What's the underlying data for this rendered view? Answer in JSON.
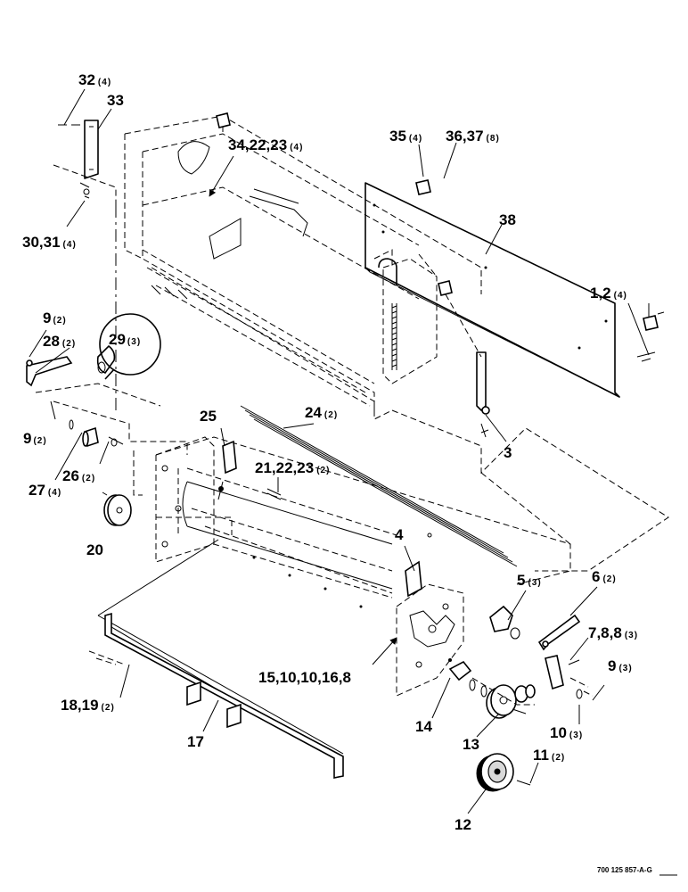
{
  "callouts": {
    "c32": {
      "num": "32",
      "qty": "(4)"
    },
    "c33": {
      "num": "33"
    },
    "c34": {
      "num": "34,22,23",
      "qty": "(4)"
    },
    "c35": {
      "num": "35",
      "qty": "(4)"
    },
    "c36": {
      "num": "36,37",
      "qty": "(8)"
    },
    "c38": {
      "num": "38"
    },
    "c30": {
      "num": "30,31",
      "qty": "(4)"
    },
    "c1": {
      "num": "1,2",
      "qty": "(4)"
    },
    "c9a": {
      "num": "9",
      "qty": "(2)"
    },
    "c28": {
      "num": "28",
      "qty": "(2)"
    },
    "c29": {
      "num": "29",
      "qty": "(3)"
    },
    "c9b": {
      "num": "9",
      "qty": "(2)"
    },
    "c25": {
      "num": "25"
    },
    "c24": {
      "num": "24",
      "qty": "(2)"
    },
    "c3": {
      "num": "3"
    },
    "c26": {
      "num": "26",
      "qty": "(2)"
    },
    "c27": {
      "num": "27",
      "qty": "(4)"
    },
    "c21": {
      "num": "21,22,23",
      "qty": "(2)"
    },
    "c20": {
      "num": "20"
    },
    "c4": {
      "num": "4"
    },
    "c5": {
      "num": "5",
      "qty": "(3)"
    },
    "c6": {
      "num": "6",
      "qty": "(2)"
    },
    "c7": {
      "num": "7,8,8",
      "qty": "(3)"
    },
    "c15": {
      "num": "15,10,10,16,8"
    },
    "c9c": {
      "num": "9",
      "qty": "(3)"
    },
    "c18": {
      "num": "18,19",
      "qty": "(2)"
    },
    "c14": {
      "num": "14"
    },
    "c10": {
      "num": "10",
      "qty": "(3)"
    },
    "c17": {
      "num": "17"
    },
    "c13": {
      "num": "13"
    },
    "c11": {
      "num": "11",
      "qty": "(2)"
    },
    "c12": {
      "num": "12"
    }
  },
  "drawing_code": "700 125 857-A-G"
}
